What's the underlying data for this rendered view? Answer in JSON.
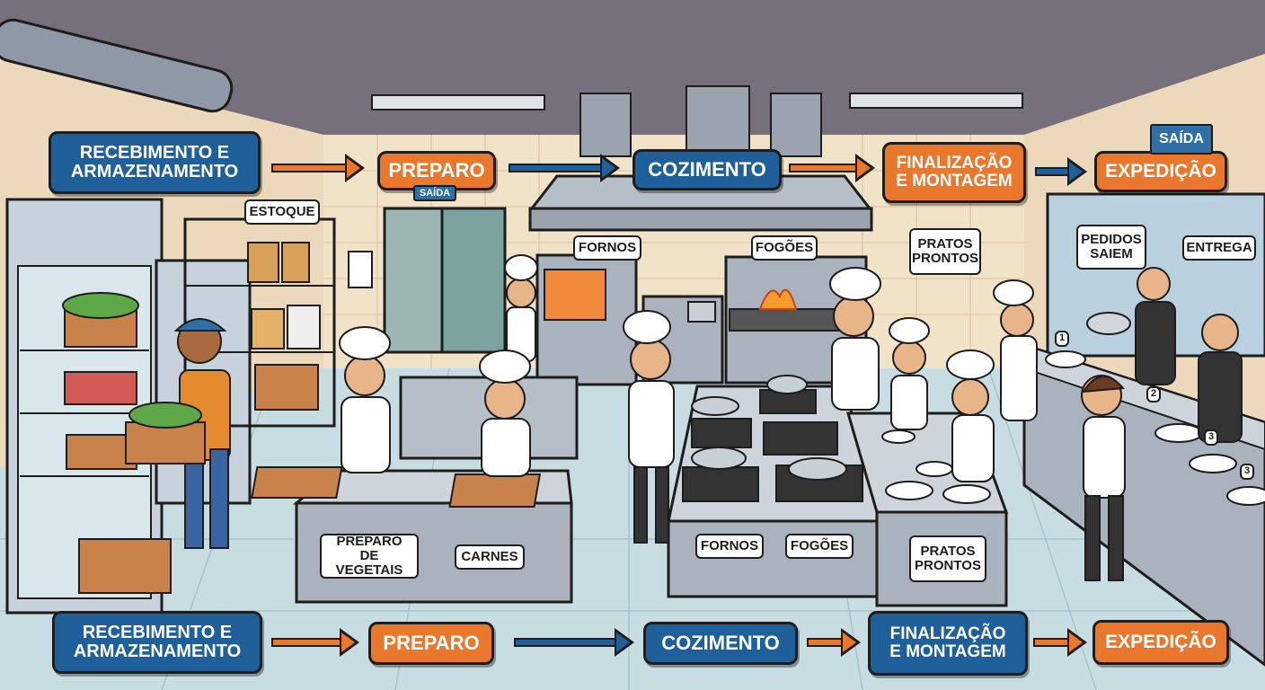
{
  "flow_top": {
    "step1": "Recebimento e\nArmazenamento",
    "step2": "Preparo",
    "step3": "Cozimento",
    "step4": "Finalização\ne Montagem",
    "step5": "Expedição"
  },
  "flow_bottom": {
    "step1": "Recebimento e\nArmazenamento",
    "step2": "Preparo",
    "step3": "Cozimento",
    "step4": "Finalização\ne Montagem",
    "step5": "Expedição"
  },
  "labels": {
    "estoque": "Estoque",
    "fornos_top": "Fornos",
    "fogoes_top": "Fogões",
    "pratos_prontos_top": "Pratos\nProntos",
    "pedidos_saiem": "Pedidos\nSaiem",
    "entrega": "Entrega",
    "preparo_vegetais": "Preparo\nde Vegetais",
    "carnes": "Carnes",
    "fornos_counter": "Fornos",
    "fogoes_counter": "Fogões",
    "pratos_prontos_counter": "Pratos\nProntos"
  },
  "signs": {
    "exit_left": "Saída",
    "exit_right": "Saída"
  },
  "ticket_numbers": [
    "1",
    "2",
    "3",
    "3"
  ],
  "colors": {
    "stage_blue": "#1f5f9a",
    "stage_orange": "#e9782d",
    "outline": "#1d1d1d"
  }
}
